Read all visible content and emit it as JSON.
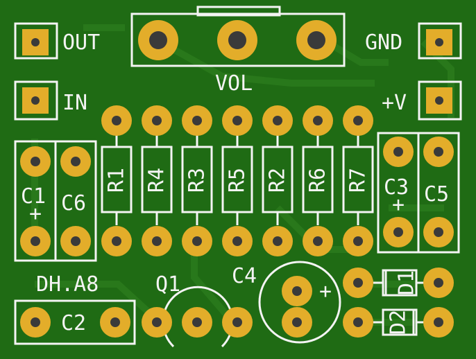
{
  "board": {
    "colors": {
      "mask": "#1f6b14",
      "copper_trace": "#2a7a1c",
      "silkscreen": "#f4f4f4",
      "pad": "#e3ad2a",
      "drill": "#3a3a3a"
    },
    "labels": {
      "out": "OUT",
      "in": "IN",
      "gnd": "GND",
      "vplus": "+V",
      "vol": "VOL",
      "c1": "C1",
      "c6": "C6",
      "c3": "C3",
      "c5": "C5",
      "c2": "C2",
      "c4": "C4",
      "q1": "Q1",
      "d1": "D1",
      "d2": "D2",
      "plus": "+",
      "board_id": "DH.A8"
    },
    "resistors": [
      "R1",
      "R4",
      "R3",
      "R5",
      "R2",
      "R6",
      "R7"
    ]
  }
}
